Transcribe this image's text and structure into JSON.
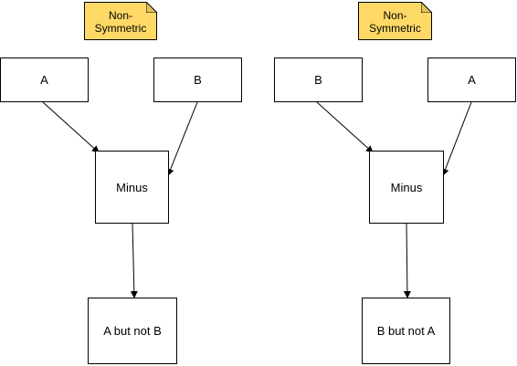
{
  "left": {
    "note": "Non-\nSymmetric",
    "input1": "A",
    "input2": "B",
    "op": "Minus",
    "result": "A but not B"
  },
  "right": {
    "note": "Non-\nSymmetric",
    "input1": "B",
    "input2": "A",
    "op": "Minus",
    "result": "B but not A"
  },
  "colors": {
    "note_fill": "#ffd966",
    "stroke": "#000000"
  }
}
